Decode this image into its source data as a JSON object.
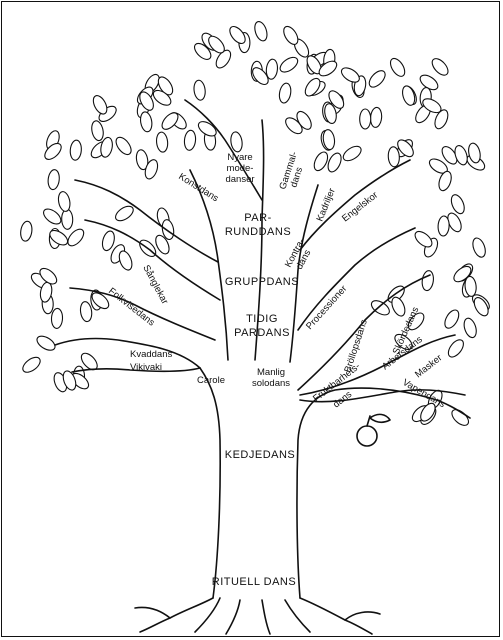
{
  "trunk_labels": {
    "rituell": "RITUELL DANS",
    "kedje": "KEDJEDANS",
    "tidig_1": "TIDIG",
    "tidig_2": "PARDANS",
    "grupp": "GRUPPDANS",
    "par_1": "PAR-",
    "par_2": "RUNDDANS"
  },
  "branch_labels": {
    "carole": "Carole",
    "manlig_1": "Manlig",
    "manlig_2": "solodans",
    "kvad": "Kvaddans",
    "viki": "Vikivaki",
    "folkvise": "Folkvisedans",
    "sangle": "Sånglekar",
    "konst": "Konstdans",
    "nyare_1": "Nyare",
    "nyare_2": "mode-",
    "nyare_3": "danser",
    "gammal_1": "Gammal-",
    "gammal_2": "dans",
    "kadrilj": "Kadriljer",
    "engelsk": "Engelskor",
    "kontra_1": "Kontra-",
    "kontra_2": "dans",
    "proc": "Processioner",
    "brollop": "Bröllopsdans",
    "skorde": "Skördedans",
    "arbets": "Arbetsdans",
    "masker": "Masker",
    "frukt_1": "Fruktbarhets-",
    "frukt_2": "dans",
    "vapen": "Vapendans"
  }
}
